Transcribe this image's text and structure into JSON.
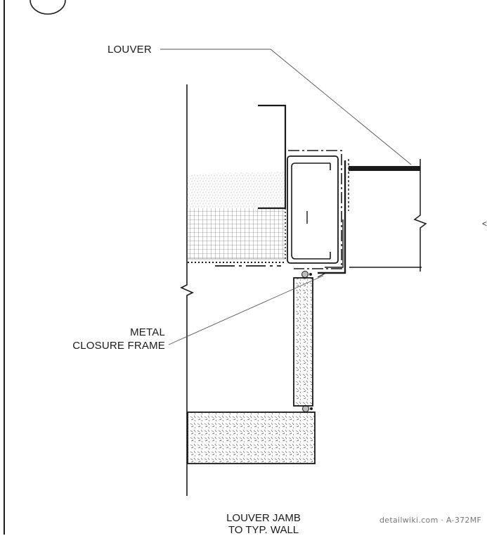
{
  "labels": {
    "louver": "LOUVER",
    "metal_closure_line1": "METAL",
    "metal_closure_line2": "CLOSURE FRAME"
  },
  "title": {
    "line1": "LOUVER JAMB",
    "line2": "TO TYP. WALL"
  },
  "watermark": "detailwiki.com · A-372MF",
  "colors": {
    "line": "#1a1a1a",
    "leader": "#555555",
    "hatch": "#6a6a6a",
    "paper": "#ffffff"
  }
}
